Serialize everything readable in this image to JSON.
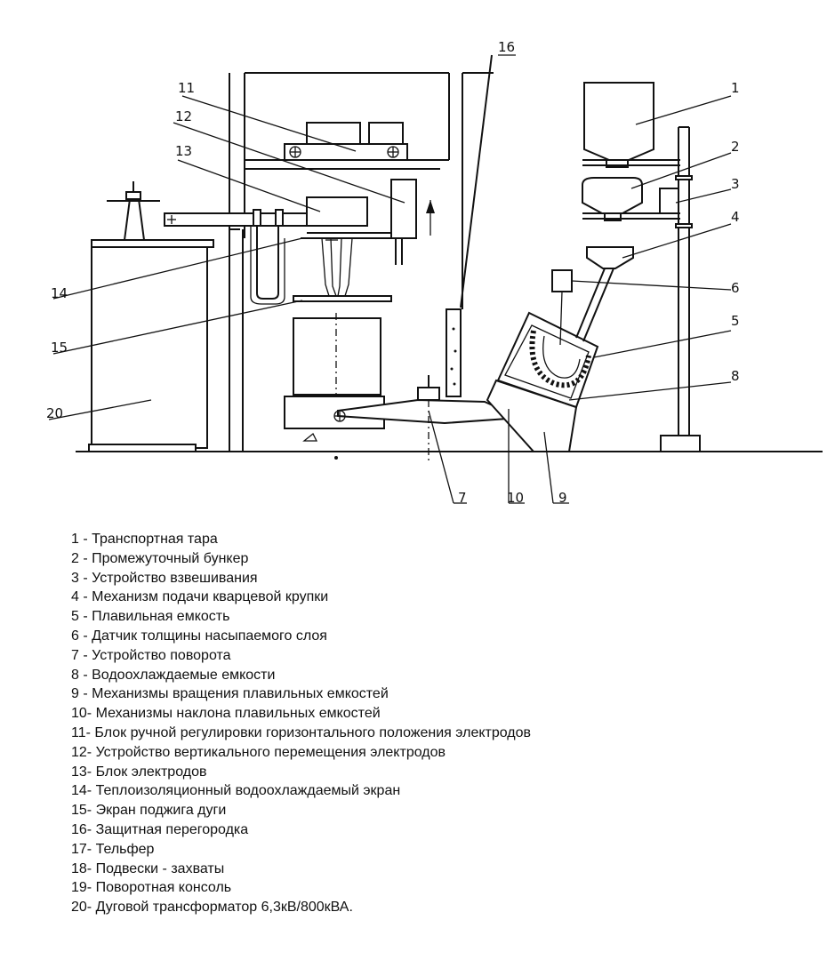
{
  "diagram": {
    "callouts": {
      "c1": "1",
      "c2": "2",
      "c3": "3",
      "c4": "4",
      "c5": "5",
      "c6": "6",
      "c7": "7",
      "c8": "8",
      "c9": "9",
      "c10": "10",
      "c11": "11",
      "c12": "12",
      "c13": "13",
      "c14": "14",
      "c15": "15",
      "c16": "16",
      "c20": "20"
    }
  },
  "legend": {
    "items": [
      "1 - Транспортная тара",
      "2 - Промежуточный бункер",
      "3 - Устройство взвешивания",
      "4 - Механизм подачи кварцевой крупки",
      "5 - Плавильная емкость",
      "6 - Датчик толщины насыпаемого слоя",
      "7 - Устройство поворота",
      "8 - Водоохлаждаемые емкости",
      "9 - Механизмы вращения плавильных емкостей",
      "10- Механизмы наклона плавильных емкостей",
      "11- Блок ручной регулировки горизонтального положения электродов",
      "12- Устройство вертикального перемещения электродов",
      "13- Блок электродов",
      "14- Теплоизоляционный водоохлаждаемый экран",
      "15- Экран поджига дуги",
      "16- Защитная перегородка",
      "17- Тельфер",
      "18- Подвески - захваты",
      "19- Поворотная консоль",
      "20- Дуговой трансформатор 6,3кВ/800кВА."
    ]
  }
}
